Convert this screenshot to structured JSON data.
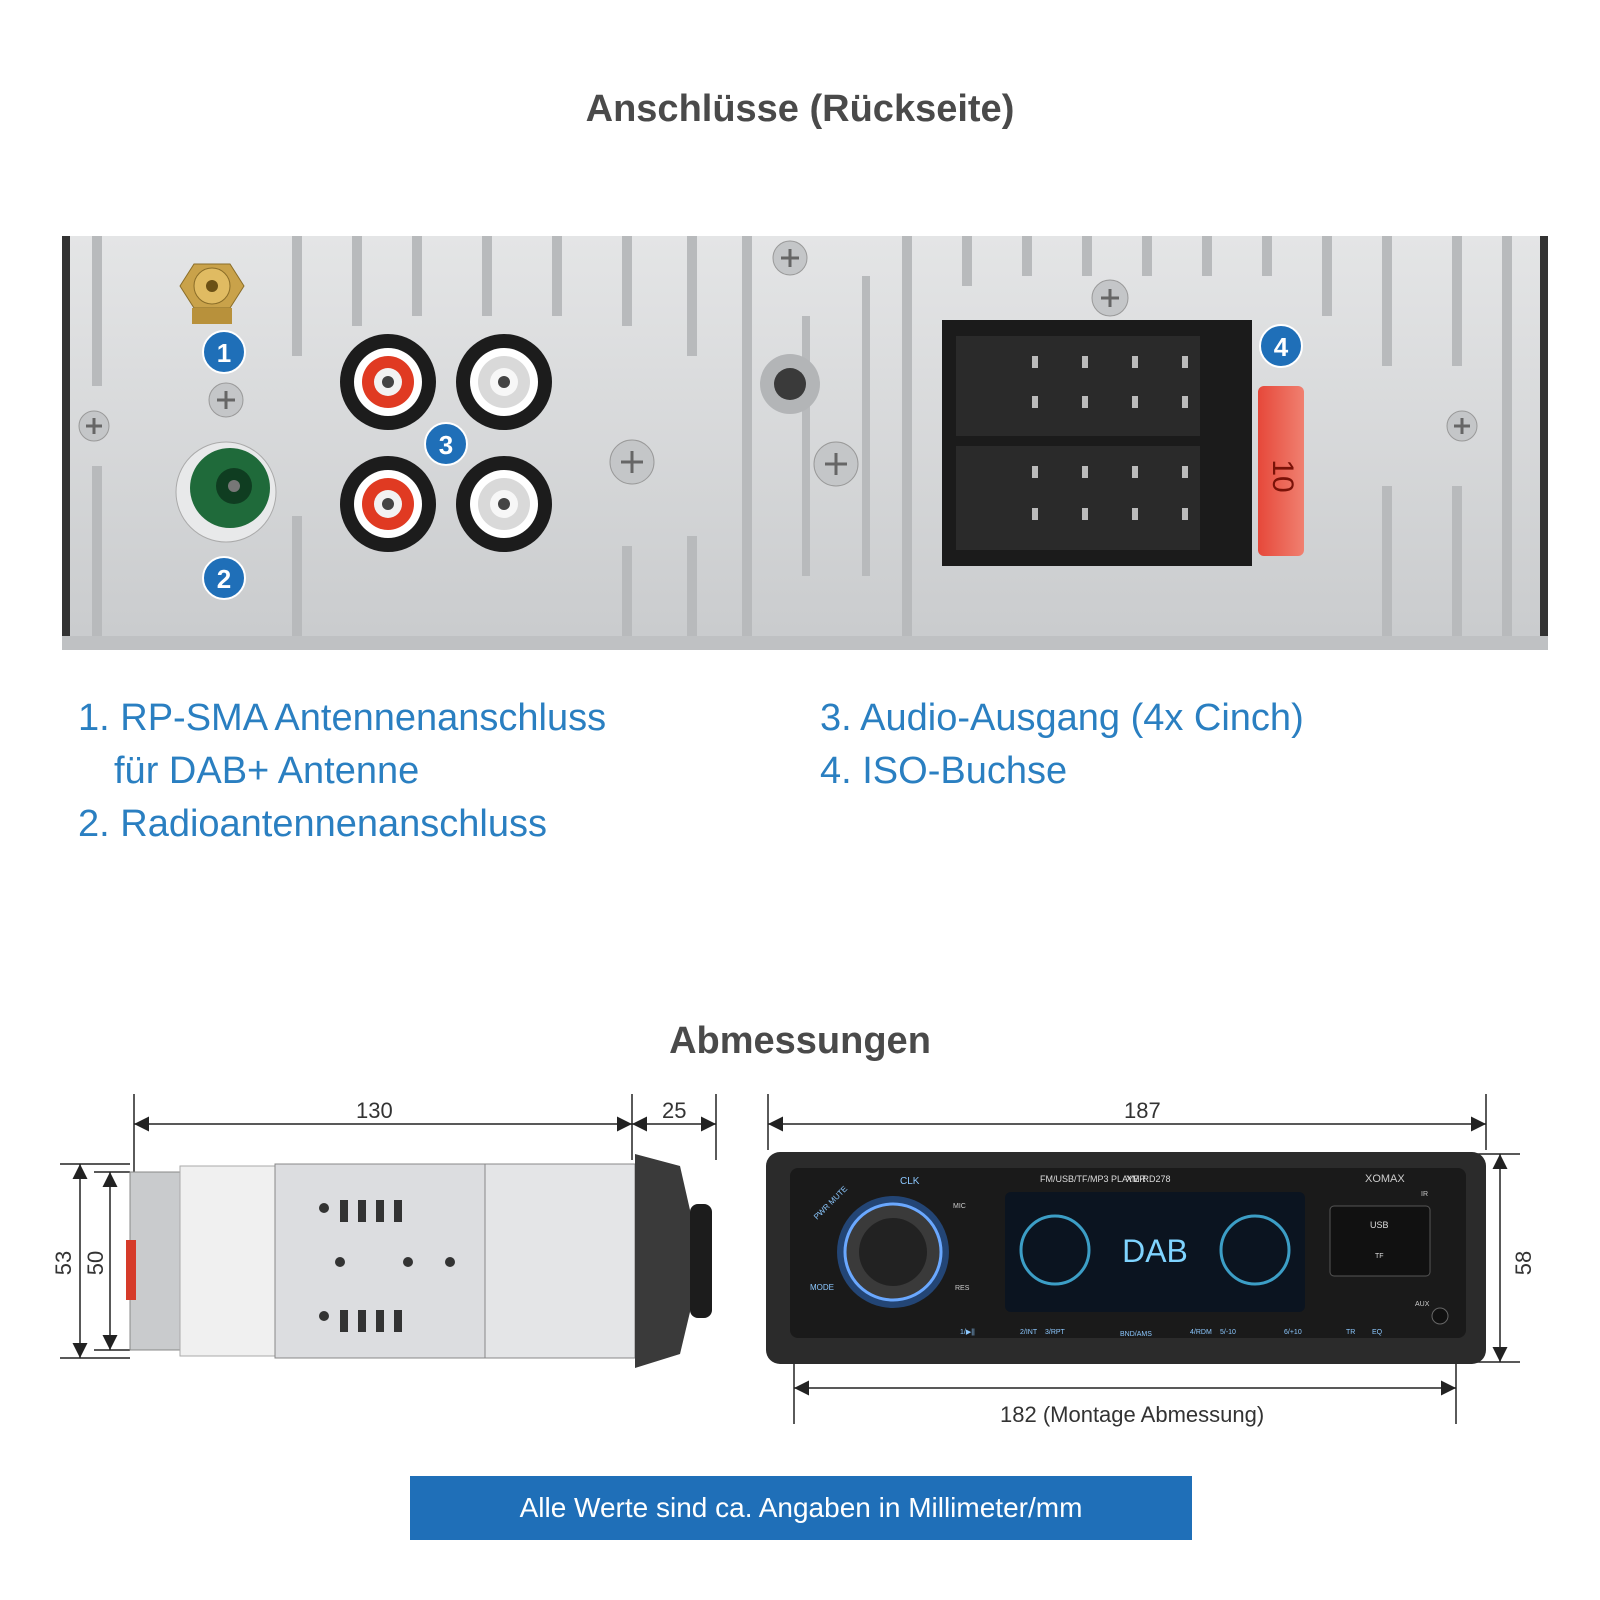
{
  "headings": {
    "connections": "Anschlüsse (Rückseite)",
    "dimensions": "Abmessungen"
  },
  "callouts": [
    {
      "number": "1"
    },
    {
      "number": "2"
    },
    {
      "number": "3"
    },
    {
      "number": "4"
    }
  ],
  "legend": {
    "item1_line1": "1. RP-SMA Antennenanschluss",
    "item1_line2": "für DAB+ Antenne",
    "item2": "2. Radioantennenanschluss",
    "item3": "3. Audio-Ausgang (4x Cinch)",
    "item4": "4. ISO-Buchse"
  },
  "dimensions": {
    "side_length": "130",
    "side_front": "25",
    "side_height_outer": "53",
    "side_height_inner": "50",
    "front_width": "187",
    "front_height": "58",
    "front_mount": "182 (Montage Abmessung)"
  },
  "front_panel_labels": {
    "clk": "CLK",
    "pwr": "PWR MUTE",
    "mic": "MIC",
    "player": "FM/USB/TF/MP3 PLAYER",
    "model": "XM-RD278",
    "brand": "XOMAX",
    "ir": "IR",
    "display": "DAB",
    "mode": "MODE",
    "res": "RES",
    "usb": "USB",
    "tf": "TF",
    "aux": "AUX",
    "btn1": "1/▶||",
    "btn2": "2/INT",
    "btn3": "3/RPT",
    "btn_band": "BND/AMS",
    "btn4": "4/RDM",
    "btn5": "5/-10",
    "btn6": "6/+10",
    "btn_tr": "TR",
    "btn_eq": "EQ"
  },
  "fuse_label": "10",
  "note": "Alle Werte sind ca. Angaben in Millimeter/mm",
  "colors": {
    "accent_blue": "#1f6fb8",
    "legend_blue": "#2a7fc1",
    "heading_gray": "#4a4a4a",
    "chassis": "#cfd1d3"
  }
}
